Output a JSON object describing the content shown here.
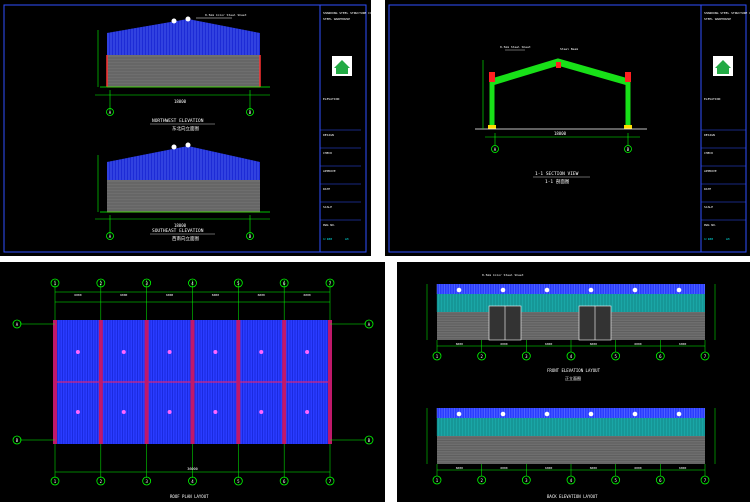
{
  "colors": {
    "background": "#000000",
    "frame": "#2f4fff",
    "axis_green": "#00ff00",
    "roof_blue": "#2a3cff",
    "wall_gray": "#6e6e6e",
    "frame_green": "#18e018",
    "column_red": "#ff2020",
    "teal_panel": "#1aa6a6",
    "text_white": "#ffffff",
    "text_cyan": "#00ffff"
  },
  "panel_tl": {
    "view1_title": "NORTHWEST ELEVATION",
    "view1_sub": "东北向立面图",
    "view2_title": "SOUTHEAST ELEVATION",
    "view2_sub": "西南向立面图",
    "dim": "18000",
    "axis_left": "A",
    "axis_right": "B",
    "note": "0.5mm Color Steel Sheet"
  },
  "panel_tr": {
    "title": "1-1 SECTION VIEW",
    "sub": "1-1 剖面图",
    "dim": "18000",
    "axis_left": "A",
    "axis_right": "B",
    "note_left": "0.5mm Steel Sheet",
    "note_right": "Steel Beam"
  },
  "panel_bl": {
    "title": "ROOF PLAN LAYOUT",
    "axis_nums": [
      "1",
      "2",
      "3",
      "4",
      "5",
      "6",
      "7"
    ],
    "axis_letters": [
      "A",
      "B"
    ],
    "dim_total": "36000",
    "dim_span": "6000"
  },
  "panel_br": {
    "view1_title": "FRONT ELEVATION LAYOUT",
    "view1_sub": "正立面图",
    "view2_title": "BACK ELEVATION LAYOUT",
    "view2_sub": "背立面图",
    "axis_nums": [
      "1",
      "2",
      "3",
      "4",
      "5",
      "6",
      "7"
    ],
    "dim": "6000",
    "note": "0.5mm Color Steel Sheet"
  },
  "title_block": {
    "company": "SHANDONG STEEL STRUCTURE CO.,LTD",
    "project": "STEEL WAREHOUSE",
    "drawing": "ELEVATION",
    "scale": "1:100",
    "sheet": "A3",
    "rows": [
      "DESIGN",
      "CHECK",
      "APPROVE",
      "DATE",
      "SCALE",
      "DWG NO."
    ]
  }
}
